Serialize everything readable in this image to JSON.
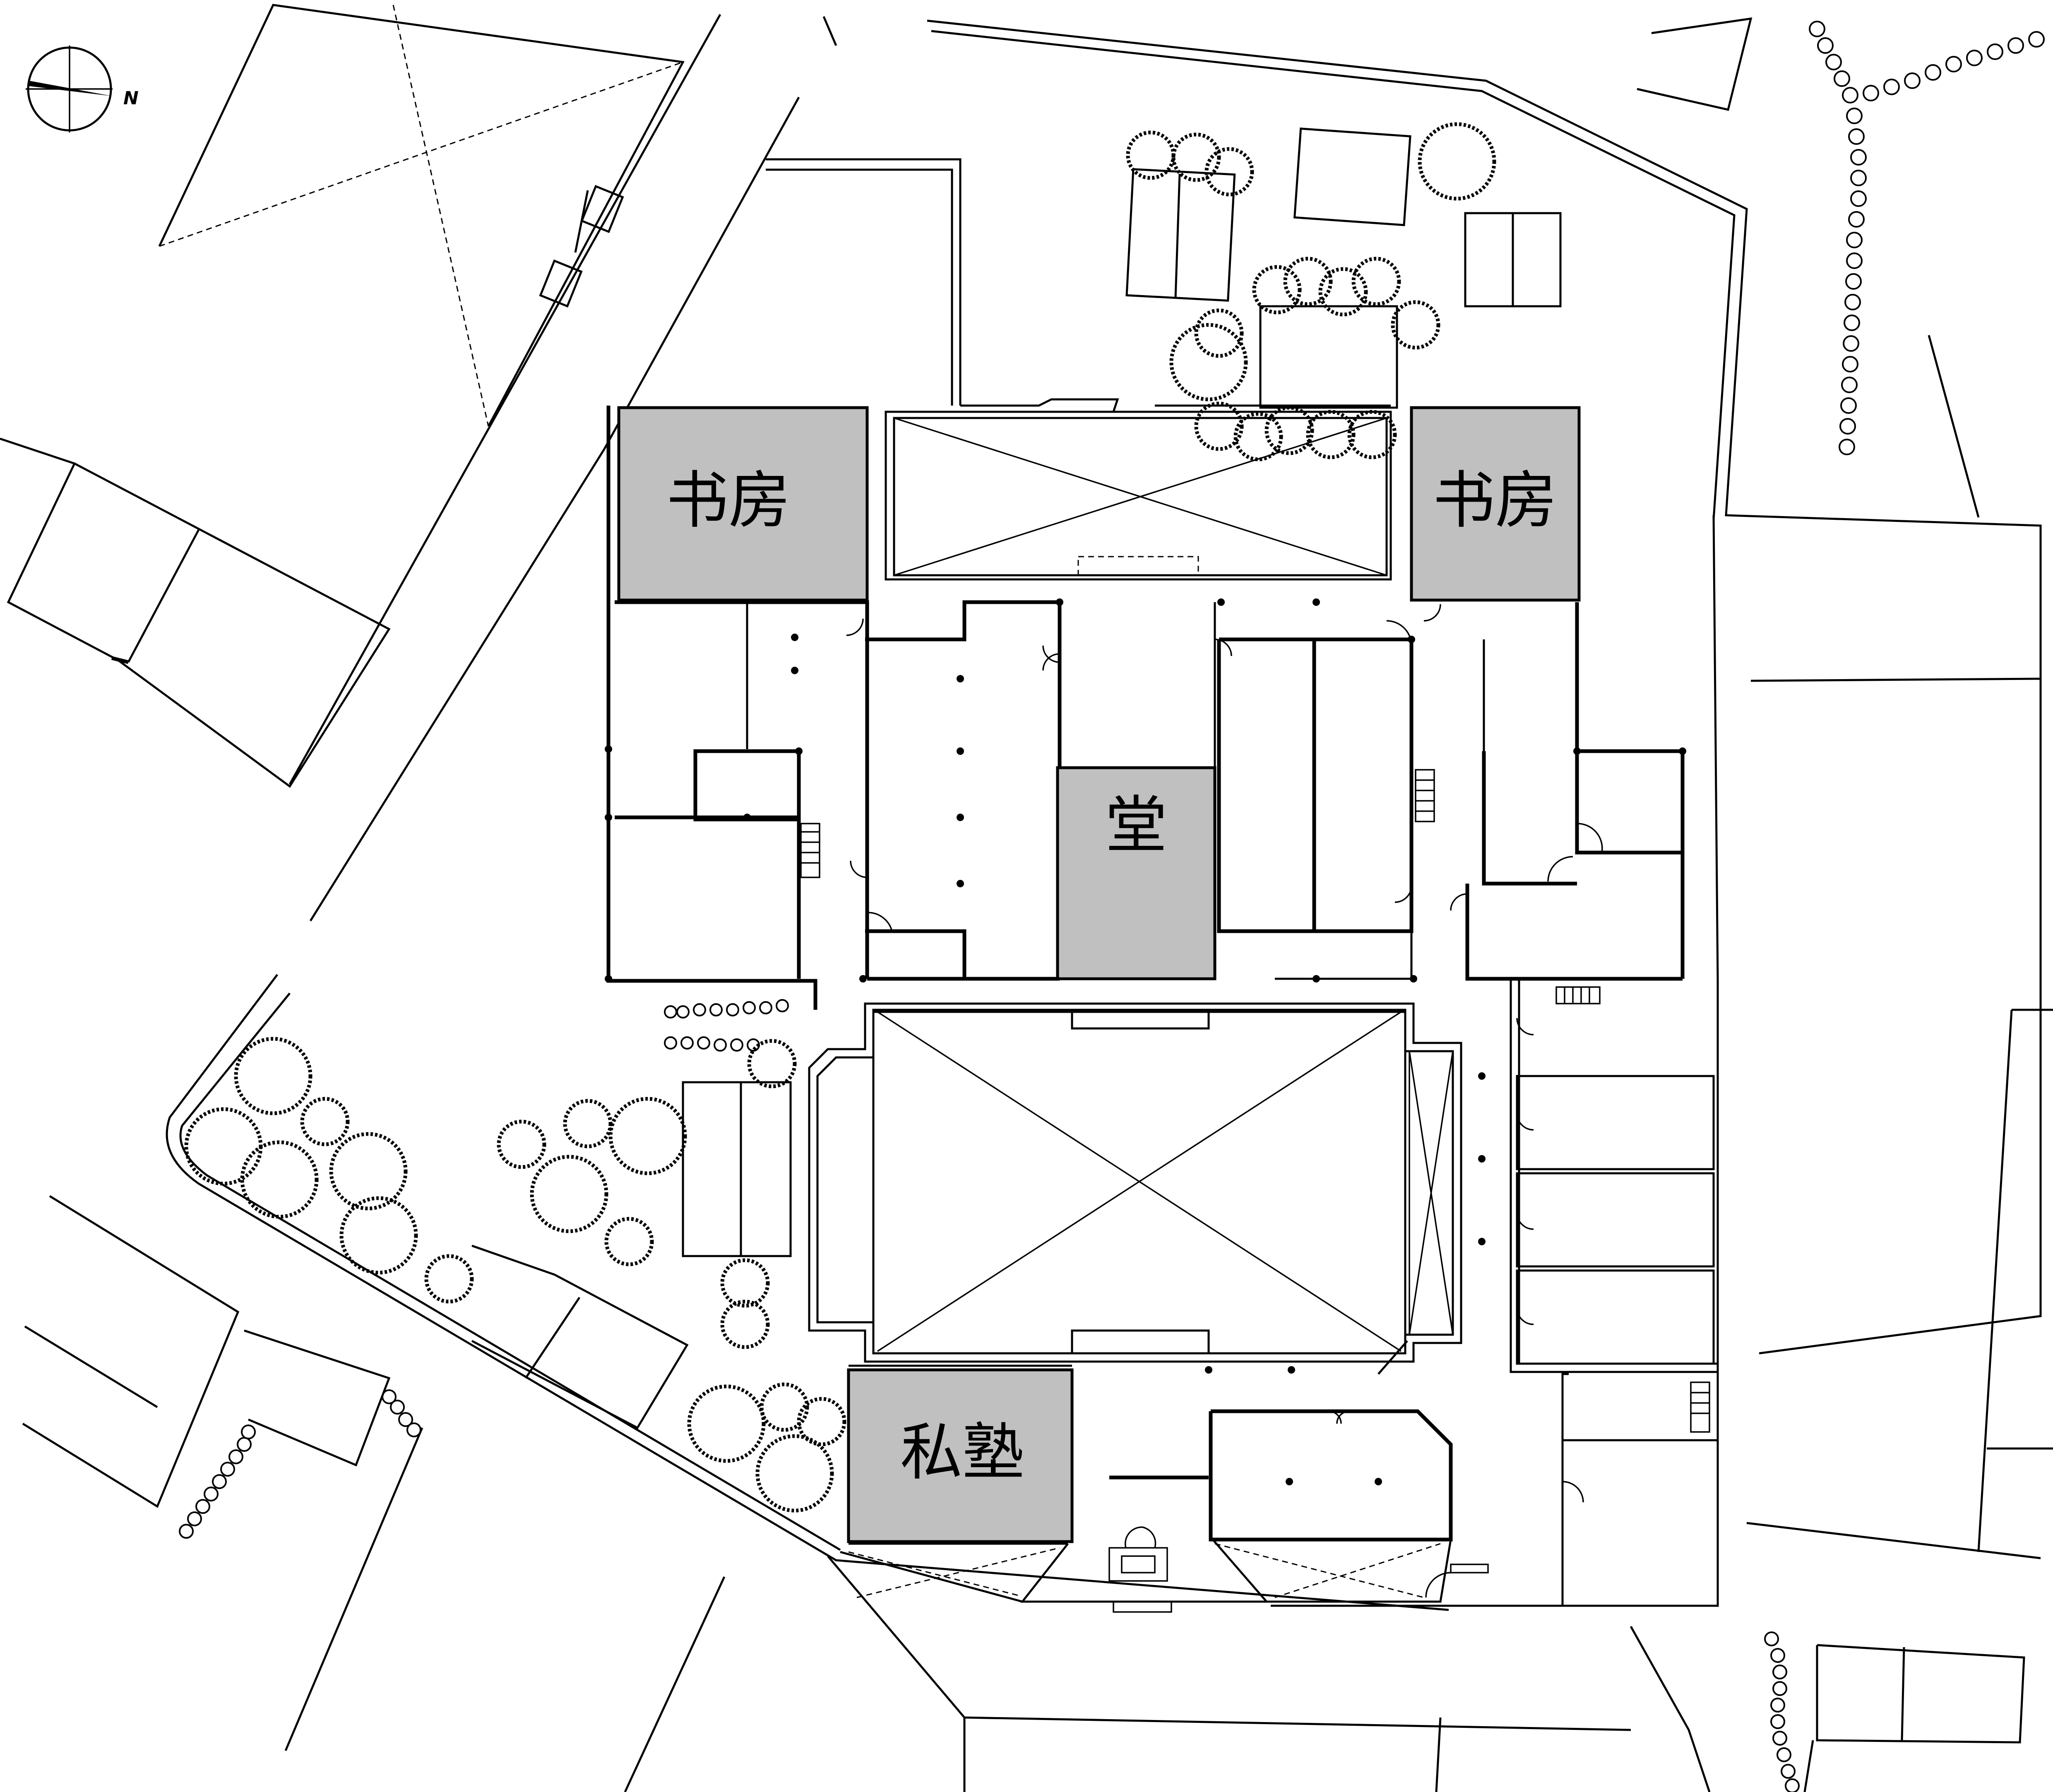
{
  "labels": {
    "study_left": "书房",
    "study_right": "书房",
    "hall": "堂",
    "private_school": "私塾"
  },
  "compass": {
    "north_label": "N"
  },
  "colors": {
    "room_fill": "#c0c0c0",
    "line": "#000000",
    "background": "#ffffff"
  }
}
